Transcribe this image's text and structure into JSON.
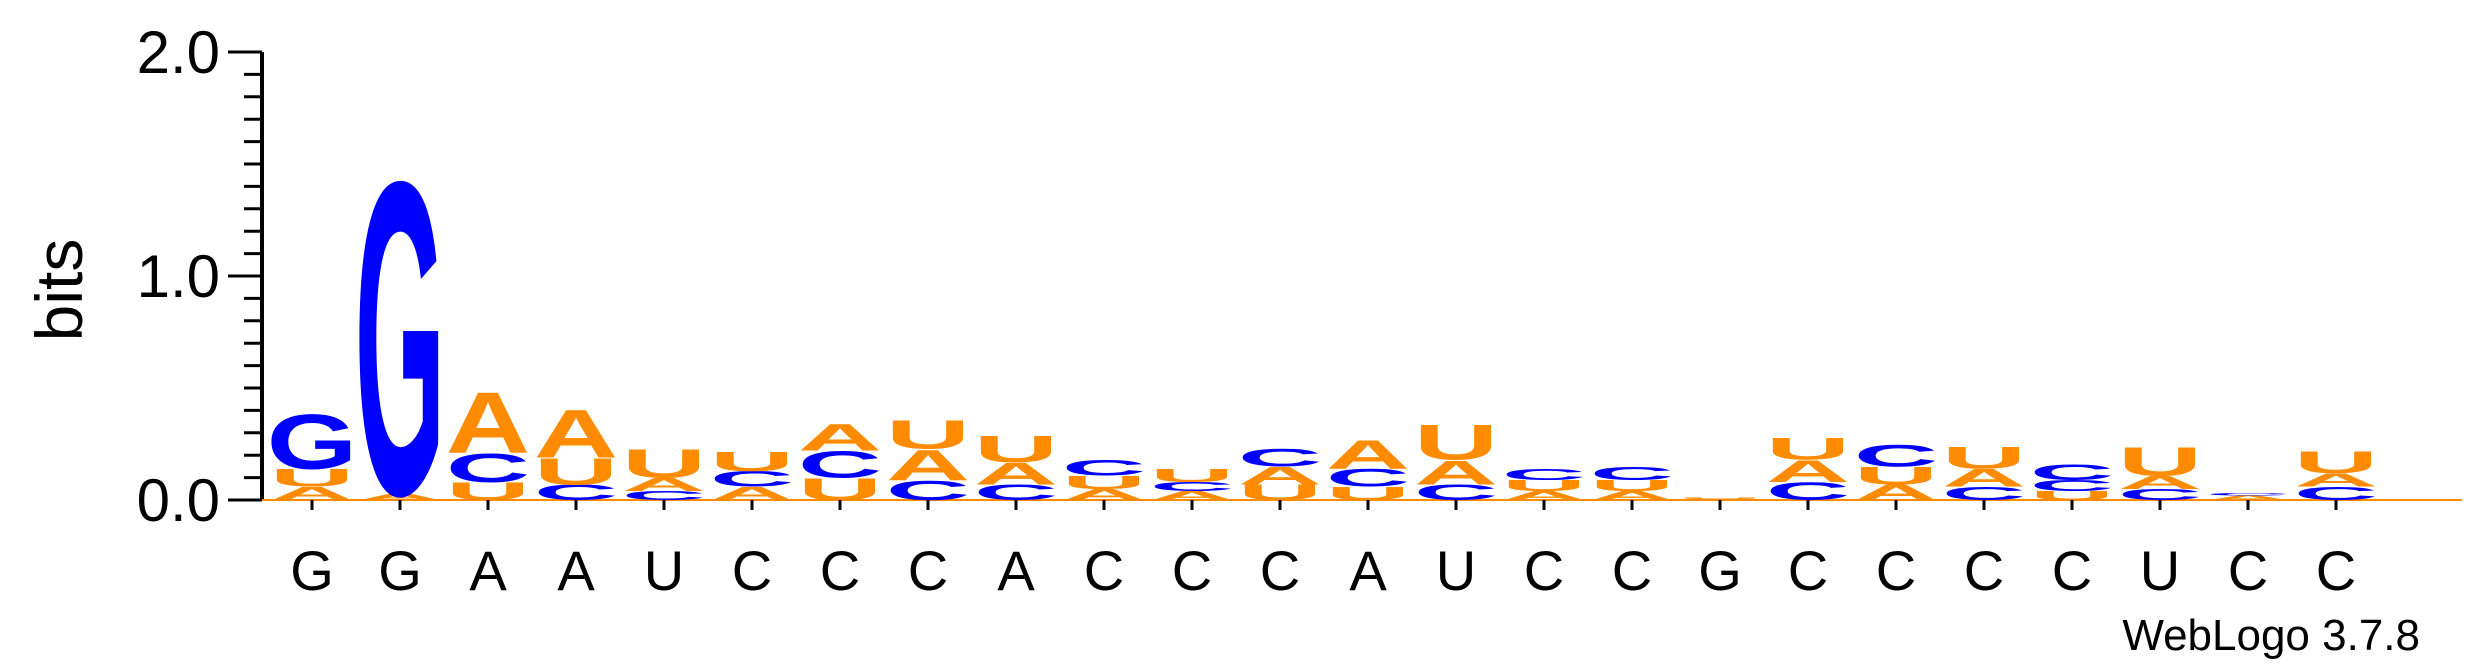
{
  "chart_data": {
    "type": "sequence-logo",
    "ylabel": "bits",
    "ylim": [
      0,
      2.0
    ],
    "yticks": [
      {
        "value": 0.0,
        "label": "0.0"
      },
      {
        "value": 1.0,
        "label": "1.0"
      },
      {
        "value": 2.0,
        "label": "2.0"
      }
    ],
    "xticklabels": [
      "G",
      "G",
      "A",
      "A",
      "U",
      "C",
      "C",
      "C",
      "A",
      "C",
      "C",
      "C",
      "A",
      "U",
      "C",
      "C",
      "G",
      "C",
      "C",
      "C",
      "C",
      "U",
      "C",
      "C"
    ],
    "colors": {
      "A": "#ff8c00",
      "U": "#ff8c00",
      "C": "#0000ff",
      "G": "#0000ff"
    },
    "credit": "WebLogo 3.7.8",
    "positions": [
      [
        [
          "A",
          0.06
        ],
        [
          "U",
          0.08
        ],
        [
          "G",
          0.25
        ]
      ],
      [
        [
          "A",
          0.03
        ],
        [
          "G",
          1.43
        ]
      ],
      [
        [
          "U",
          0.08
        ],
        [
          "C",
          0.13
        ],
        [
          "A",
          0.28
        ]
      ],
      [
        [
          "C",
          0.07
        ],
        [
          "U",
          0.12
        ],
        [
          "A",
          0.22
        ]
      ],
      [
        [
          "C",
          0.04
        ],
        [
          "A",
          0.06
        ],
        [
          "U",
          0.13
        ]
      ],
      [
        [
          "A",
          0.06
        ],
        [
          "C",
          0.07
        ],
        [
          "U",
          0.09
        ]
      ],
      [
        [
          "U",
          0.1
        ],
        [
          "C",
          0.12
        ],
        [
          "A",
          0.12
        ]
      ],
      [
        [
          "C",
          0.09
        ],
        [
          "A",
          0.14
        ],
        [
          "U",
          0.13
        ]
      ],
      [
        [
          "C",
          0.07
        ],
        [
          "A",
          0.1
        ],
        [
          "U",
          0.12
        ]
      ],
      [
        [
          "A",
          0.05
        ],
        [
          "U",
          0.06
        ],
        [
          "C",
          0.07
        ]
      ],
      [
        [
          "A",
          0.04
        ],
        [
          "C",
          0.04
        ],
        [
          "U",
          0.06
        ]
      ],
      [
        [
          "U",
          0.07
        ],
        [
          "A",
          0.08
        ],
        [
          "C",
          0.08
        ]
      ],
      [
        [
          "U",
          0.06
        ],
        [
          "C",
          0.08
        ],
        [
          "A",
          0.13
        ]
      ],
      [
        [
          "C",
          0.07
        ],
        [
          "A",
          0.11
        ],
        [
          "U",
          0.16
        ]
      ],
      [
        [
          "A",
          0.04
        ],
        [
          "U",
          0.05
        ],
        [
          "C",
          0.05
        ]
      ],
      [
        [
          "A",
          0.04
        ],
        [
          "U",
          0.05
        ],
        [
          "C",
          0.06
        ]
      ],
      [
        [
          "A",
          0.005
        ],
        [
          "U",
          0.005
        ]
      ],
      [
        [
          "C",
          0.08
        ],
        [
          "A",
          0.1
        ],
        [
          "U",
          0.1
        ]
      ],
      [
        [
          "A",
          0.07
        ],
        [
          "U",
          0.08
        ],
        [
          "C",
          0.1
        ]
      ],
      [
        [
          "C",
          0.06
        ],
        [
          "A",
          0.08
        ],
        [
          "U",
          0.1
        ]
      ],
      [
        [
          "U",
          0.04
        ],
        [
          "C",
          0.05
        ],
        [
          "C",
          0.07
        ]
      ],
      [
        [
          "C",
          0.05
        ],
        [
          "A",
          0.06
        ],
        [
          "U",
          0.13
        ]
      ],
      [
        [
          "A",
          0.02
        ],
        [
          "C",
          0.01
        ]
      ],
      [
        [
          "C",
          0.06
        ],
        [
          "A",
          0.06
        ],
        [
          "U",
          0.1
        ]
      ]
    ]
  }
}
